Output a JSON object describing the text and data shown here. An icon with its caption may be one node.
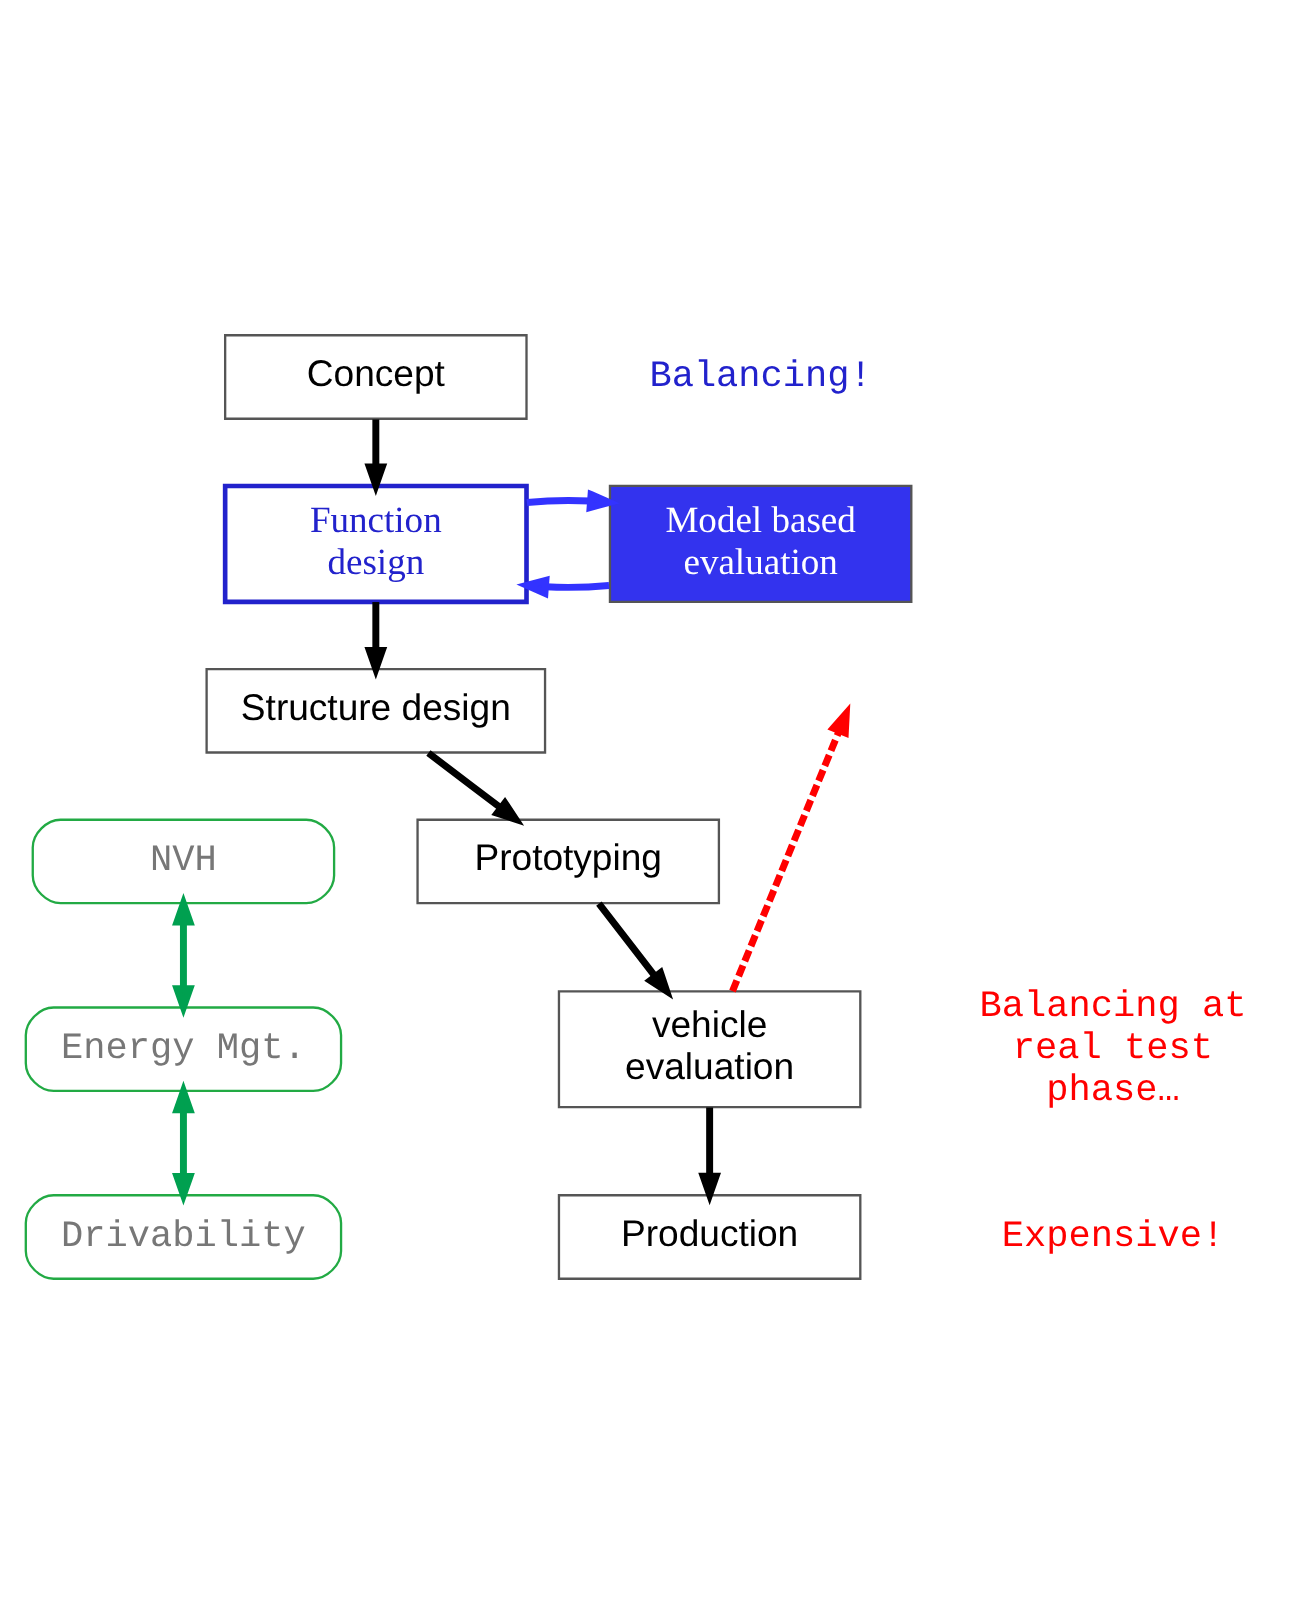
{
  "diagram": {
    "nodes": [
      {
        "text": [
          "Concept"
        ]
      },
      {
        "text": [
          "Function design"
        ]
      },
      {
        "text": [
          "Model based evaluation"
        ]
      },
      {
        "text": [
          "Structure design"
        ]
      },
      {
        "text": [
          "Prototyping"
        ]
      },
      {
        "text": [
          "vehicle evaluation"
        ]
      },
      {
        "text": [
          "Production"
        ]
      },
      {
        "text": [
          "NVH"
        ]
      },
      {
        "text": [
          "Energy Mgt."
        ]
      },
      {
        "text": [
          "Drivability"
        ]
      }
    ],
    "edges": [
      {
        "from": 0,
        "to": 1,
        "arrow": "to"
      },
      {
        "from": 2,
        "to": 1,
        "arrow": "to",
        "color": "#3333ff"
      },
      {
        "from": 1,
        "to": 2,
        "arrow": "to",
        "color": "#3333ff"
      },
      {
        "from": 1,
        "to": 3,
        "arrow": "to"
      },
      {
        "from": 3,
        "to": 4,
        "arrow": "to"
      },
      {
        "from": 4,
        "to": 5,
        "arrow": "to"
      },
      {
        "from": 5,
        "to": 6,
        "arrow": "to"
      },
      {
        "from": 5,
        "to": null,
        "arrow": "to",
        "style": "dashed",
        "color": "#ff0000"
      },
      {
        "from": 7,
        "to": 8,
        "arrow": "both",
        "color": "#00a050"
      },
      {
        "from": 8,
        "to": 9,
        "arrow": "both",
        "color": "#00a050"
      }
    ],
    "labels": [
      "Balancing!",
      "Balancing at real test phase…",
      "Expensive!"
    ]
  }
}
